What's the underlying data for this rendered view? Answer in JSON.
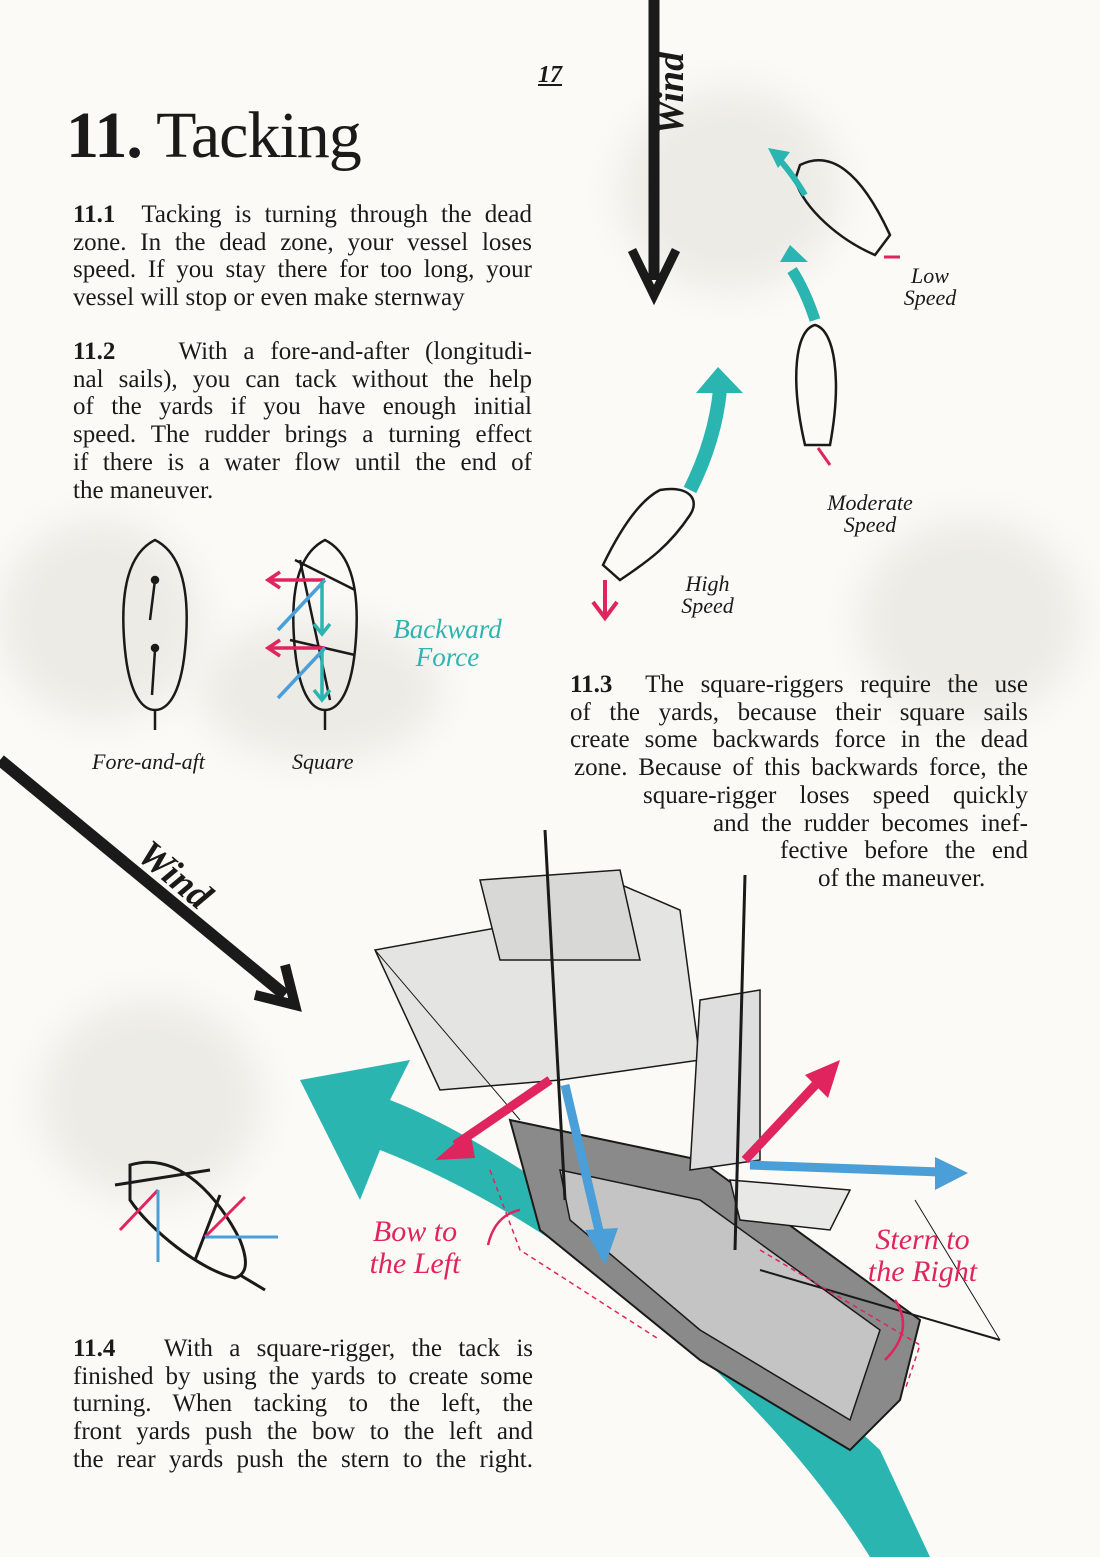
{
  "page_number": "17",
  "title": {
    "number": "11.",
    "text": "Tacking"
  },
  "sections": [
    {
      "number": "11.1",
      "lines": [
        "Tacking is turning through the dead",
        "zone. In the dead zone, your vessel loses",
        "speed. If you stay there for too long, your",
        "vessel will stop or even make sternway"
      ]
    },
    {
      "number": "11.2",
      "lines": [
        "With a fore-and-after (longitudi-",
        "nal sails), you can tack without the help",
        "of the yards if you have enough initial",
        "speed. The rudder brings a turning effect",
        "if there is a water flow until the end of",
        "the maneuver."
      ]
    },
    {
      "number": "11.3",
      "lines": [
        "The square-riggers require the use",
        "of the yards, because their square sails",
        "create some backwards force in the dead",
        "zone. Because of this backwards force, the",
        "square-rigger loses speed quickly",
        "and the rudder becomes inef-",
        "fective before the end",
        "of the maneuver."
      ]
    },
    {
      "number": "11.4",
      "lines": [
        "With a square-rigger, the tack is",
        "finished by using the yards to create some",
        "turning. When tacking to the left, the",
        "front yards push the bow to the left and",
        "the rear yards push the stern to the right."
      ]
    }
  ],
  "labels": {
    "wind_top": "Wind",
    "wind_left": "Wind",
    "low_speed": [
      "Low",
      "Speed"
    ],
    "moderate_speed": [
      "Moderate",
      "Speed"
    ],
    "high_speed": [
      "High",
      "Speed"
    ],
    "fore_and_aft": "Fore-and-aft",
    "square": "Square",
    "backward_force": [
      "Backward",
      "Force"
    ],
    "bow_to_left": [
      "Bow to",
      "the Left"
    ],
    "stern_to_right": [
      "Stern to",
      "the Right"
    ]
  },
  "colors": {
    "teal": "#2ab5b0",
    "pink": "#e0245e",
    "blue": "#4a9fd8",
    "ink": "#1a1a1a"
  }
}
